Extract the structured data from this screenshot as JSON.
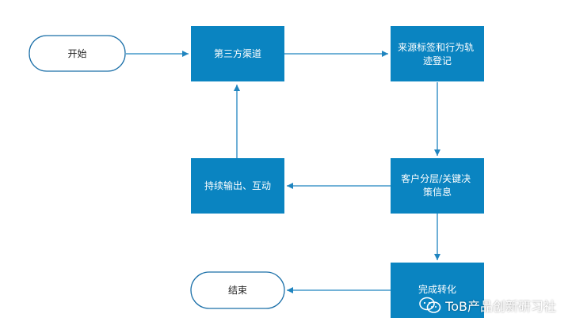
{
  "nodes": {
    "start": "开始",
    "third_party": "第三方渠道",
    "source_tag": [
      "来源标签和行为轨",
      "迹登记"
    ],
    "segment": [
      "客户分层/关键决",
      "策信息"
    ],
    "continuous": "持续输出、互动",
    "conversion": "完成转化",
    "end": "结束"
  },
  "watermark": {
    "text": "ToB产品创新研习社",
    "icon": "wechat-icon"
  },
  "colors": {
    "box_fill": "#0a84c1",
    "line": "#1f84bf",
    "oval_stroke": "#1a6fa8"
  }
}
